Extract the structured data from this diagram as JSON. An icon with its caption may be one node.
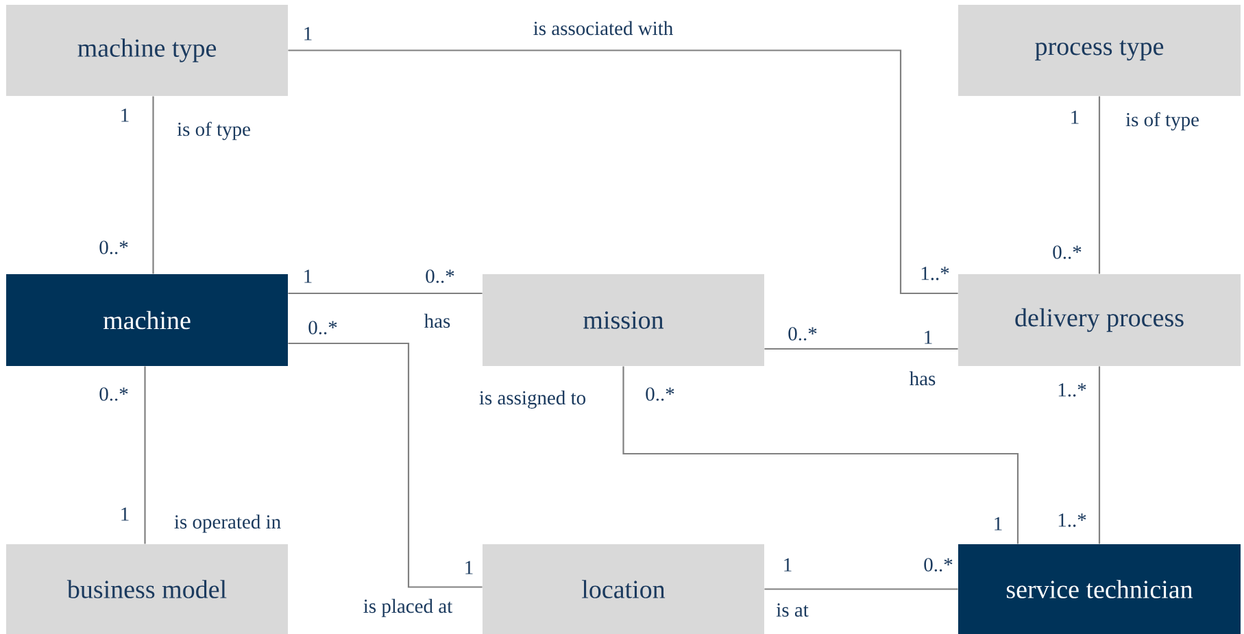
{
  "diagram": {
    "nodes": [
      {
        "text": [
          "machine type"
        ]
      },
      {
        "text": [
          "process type"
        ]
      },
      {
        "text": [
          "machine"
        ]
      },
      {
        "text": [
          "mission"
        ]
      },
      {
        "text": [
          "delivery process"
        ]
      },
      {
        "text": [
          "business model"
        ]
      },
      {
        "text": [
          "location"
        ]
      },
      {
        "text": [
          "service technician"
        ]
      }
    ],
    "edges": [
      {
        "from": 0,
        "to": 4,
        "arrow": "none",
        "label": "is associated with"
      },
      {
        "from": 0,
        "to": 2,
        "arrow": "none",
        "label": "is of type"
      },
      {
        "from": 1,
        "to": 4,
        "arrow": "none",
        "label": "is of type"
      },
      {
        "from": 2,
        "to": 3,
        "arrow": "none",
        "label": "has"
      },
      {
        "from": 3,
        "to": 4,
        "arrow": "none",
        "label": "has"
      },
      {
        "from": 2,
        "to": 5,
        "arrow": "none",
        "label": "is operated in"
      },
      {
        "from": 2,
        "to": 6,
        "arrow": "none",
        "label": "is placed at"
      },
      {
        "from": 3,
        "to": 7,
        "arrow": "none",
        "label": "is assigned to"
      },
      {
        "from": 4,
        "to": 7,
        "arrow": "none"
      },
      {
        "from": 6,
        "to": 7,
        "arrow": "none",
        "label": "is at"
      }
    ],
    "labels": [
      "1",
      "1..*",
      "1",
      "0..*",
      "1",
      "0..*",
      "1",
      "0..*",
      "0..*",
      "1",
      "0..*",
      "1",
      "0..*",
      "1",
      "0..*",
      "1",
      "1..*",
      "1..*",
      "1",
      "0..*"
    ]
  }
}
